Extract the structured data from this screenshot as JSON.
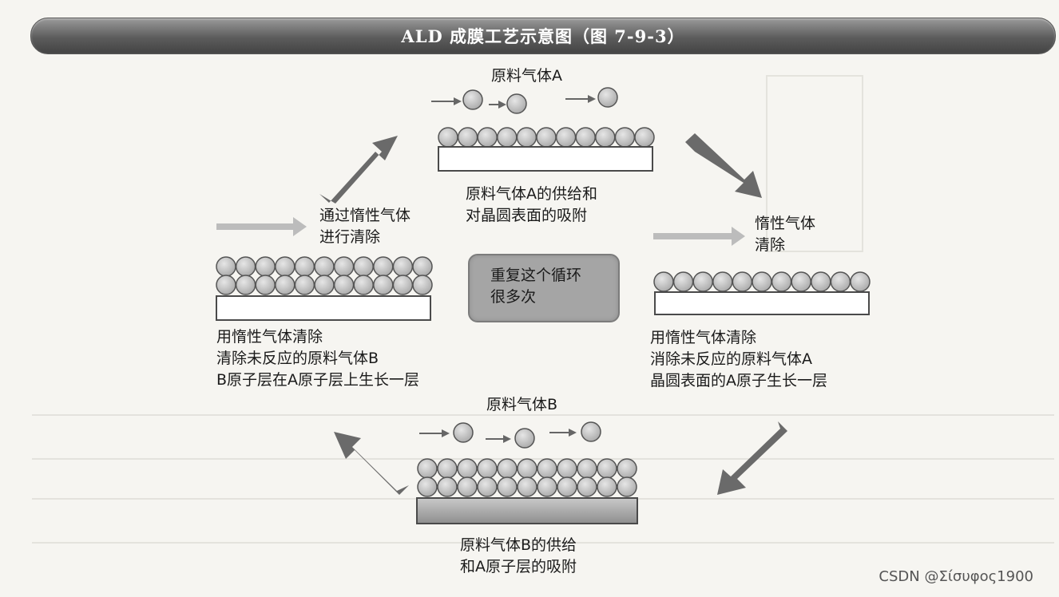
{
  "title": "ALD 成膜工艺示意图（图 7-9-3）",
  "labels": {
    "gas_a": "原料气体A",
    "gas_b": "原料气体B",
    "step1": [
      "原料气体A的供给和",
      "对晶圆表面的吸附"
    ],
    "purge_right": [
      "惰性气体",
      "清除"
    ],
    "step2": [
      "用惰性气体清除",
      "消除未反应的原料气体A",
      "晶圆表面的A原子生长一层"
    ],
    "step3": [
      "原料气体B的供给",
      "和A原子层的吸附"
    ],
    "step4": [
      "用惰性气体清除",
      "清除未反应的原料气体B",
      "B原子层在A原子层上生长一层"
    ],
    "purge_left": [
      "通过惰性气体",
      "进行清除"
    ],
    "center": [
      "重复这个循环",
      "很多次"
    ]
  },
  "watermark": "CSDN @Σίσυφος1900",
  "colors": {
    "title_bar": "#5c5c5c",
    "atom": "#bdbdbd",
    "atom_outline": "#555555",
    "arrow_dark": "#6a6a6a",
    "arrow_light": "#bcbcbc",
    "center_box": "#a5a5a5"
  }
}
